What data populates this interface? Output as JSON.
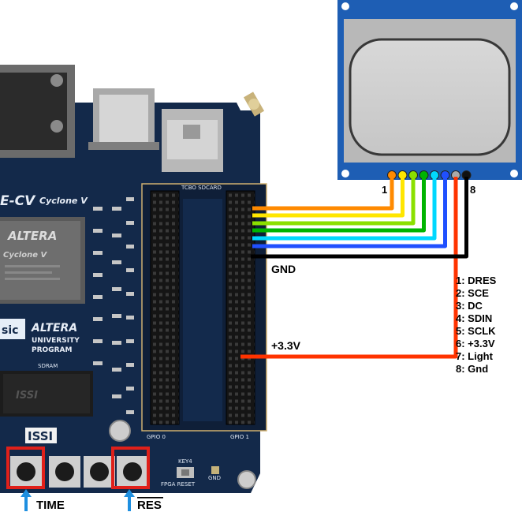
{
  "board": {
    "chip_brand": "ALTERA",
    "chip_family": "Cyclone V",
    "board_name": "E-CV",
    "header_title": "TCBO SDCARD",
    "gpio0_label": "GPIO 0",
    "gpio1_label": "GPIO 1",
    "up_line1": "ALTERA",
    "up_line2": "UNIVERSITY",
    "up_line3": "PROGRAM",
    "sdram_label": "SDRAM",
    "issi_label": "ISSI",
    "key4_label": "KEY4",
    "fpga_reset_label": "FPGA RESET",
    "gnd_label": "GND"
  },
  "lcd": {
    "pin_first_label": "1",
    "pin_last_label": "8",
    "pin_colors": [
      "#ff8a00",
      "#ffe600",
      "#8be000",
      "#00b400",
      "#00d8ff",
      "#2050ff",
      "#aaaaaa",
      "#111111"
    ]
  },
  "wires": [
    {
      "name": "DRES",
      "color": "#ff8a00"
    },
    {
      "name": "SCE",
      "color": "#ffe600"
    },
    {
      "name": "DC",
      "color": "#8be000"
    },
    {
      "name": "SDIN",
      "color": "#00b400"
    },
    {
      "name": "SCLK",
      "color": "#00d8ff"
    },
    {
      "name": "Light",
      "color": "#2050ff"
    },
    {
      "name": "+3.3V",
      "color": "#ff3300"
    },
    {
      "name": "Gnd",
      "color": "#000000"
    }
  ],
  "labels": {
    "gnd": "GND",
    "vcc": "+3.3V",
    "time_button": "TIME",
    "reset_button": "RES"
  },
  "legend": [
    "1: DRES",
    "2: SCE",
    "3: DC",
    "4: SDIN",
    "5: SCLK",
    "6: +3.3V",
    "7: Light",
    "8: Gnd"
  ],
  "colors": {
    "pcb": "#13294a",
    "highlight": "#e0201a",
    "arrow": "#1e8fe0",
    "lcd_frame": "#1e5eb4"
  }
}
